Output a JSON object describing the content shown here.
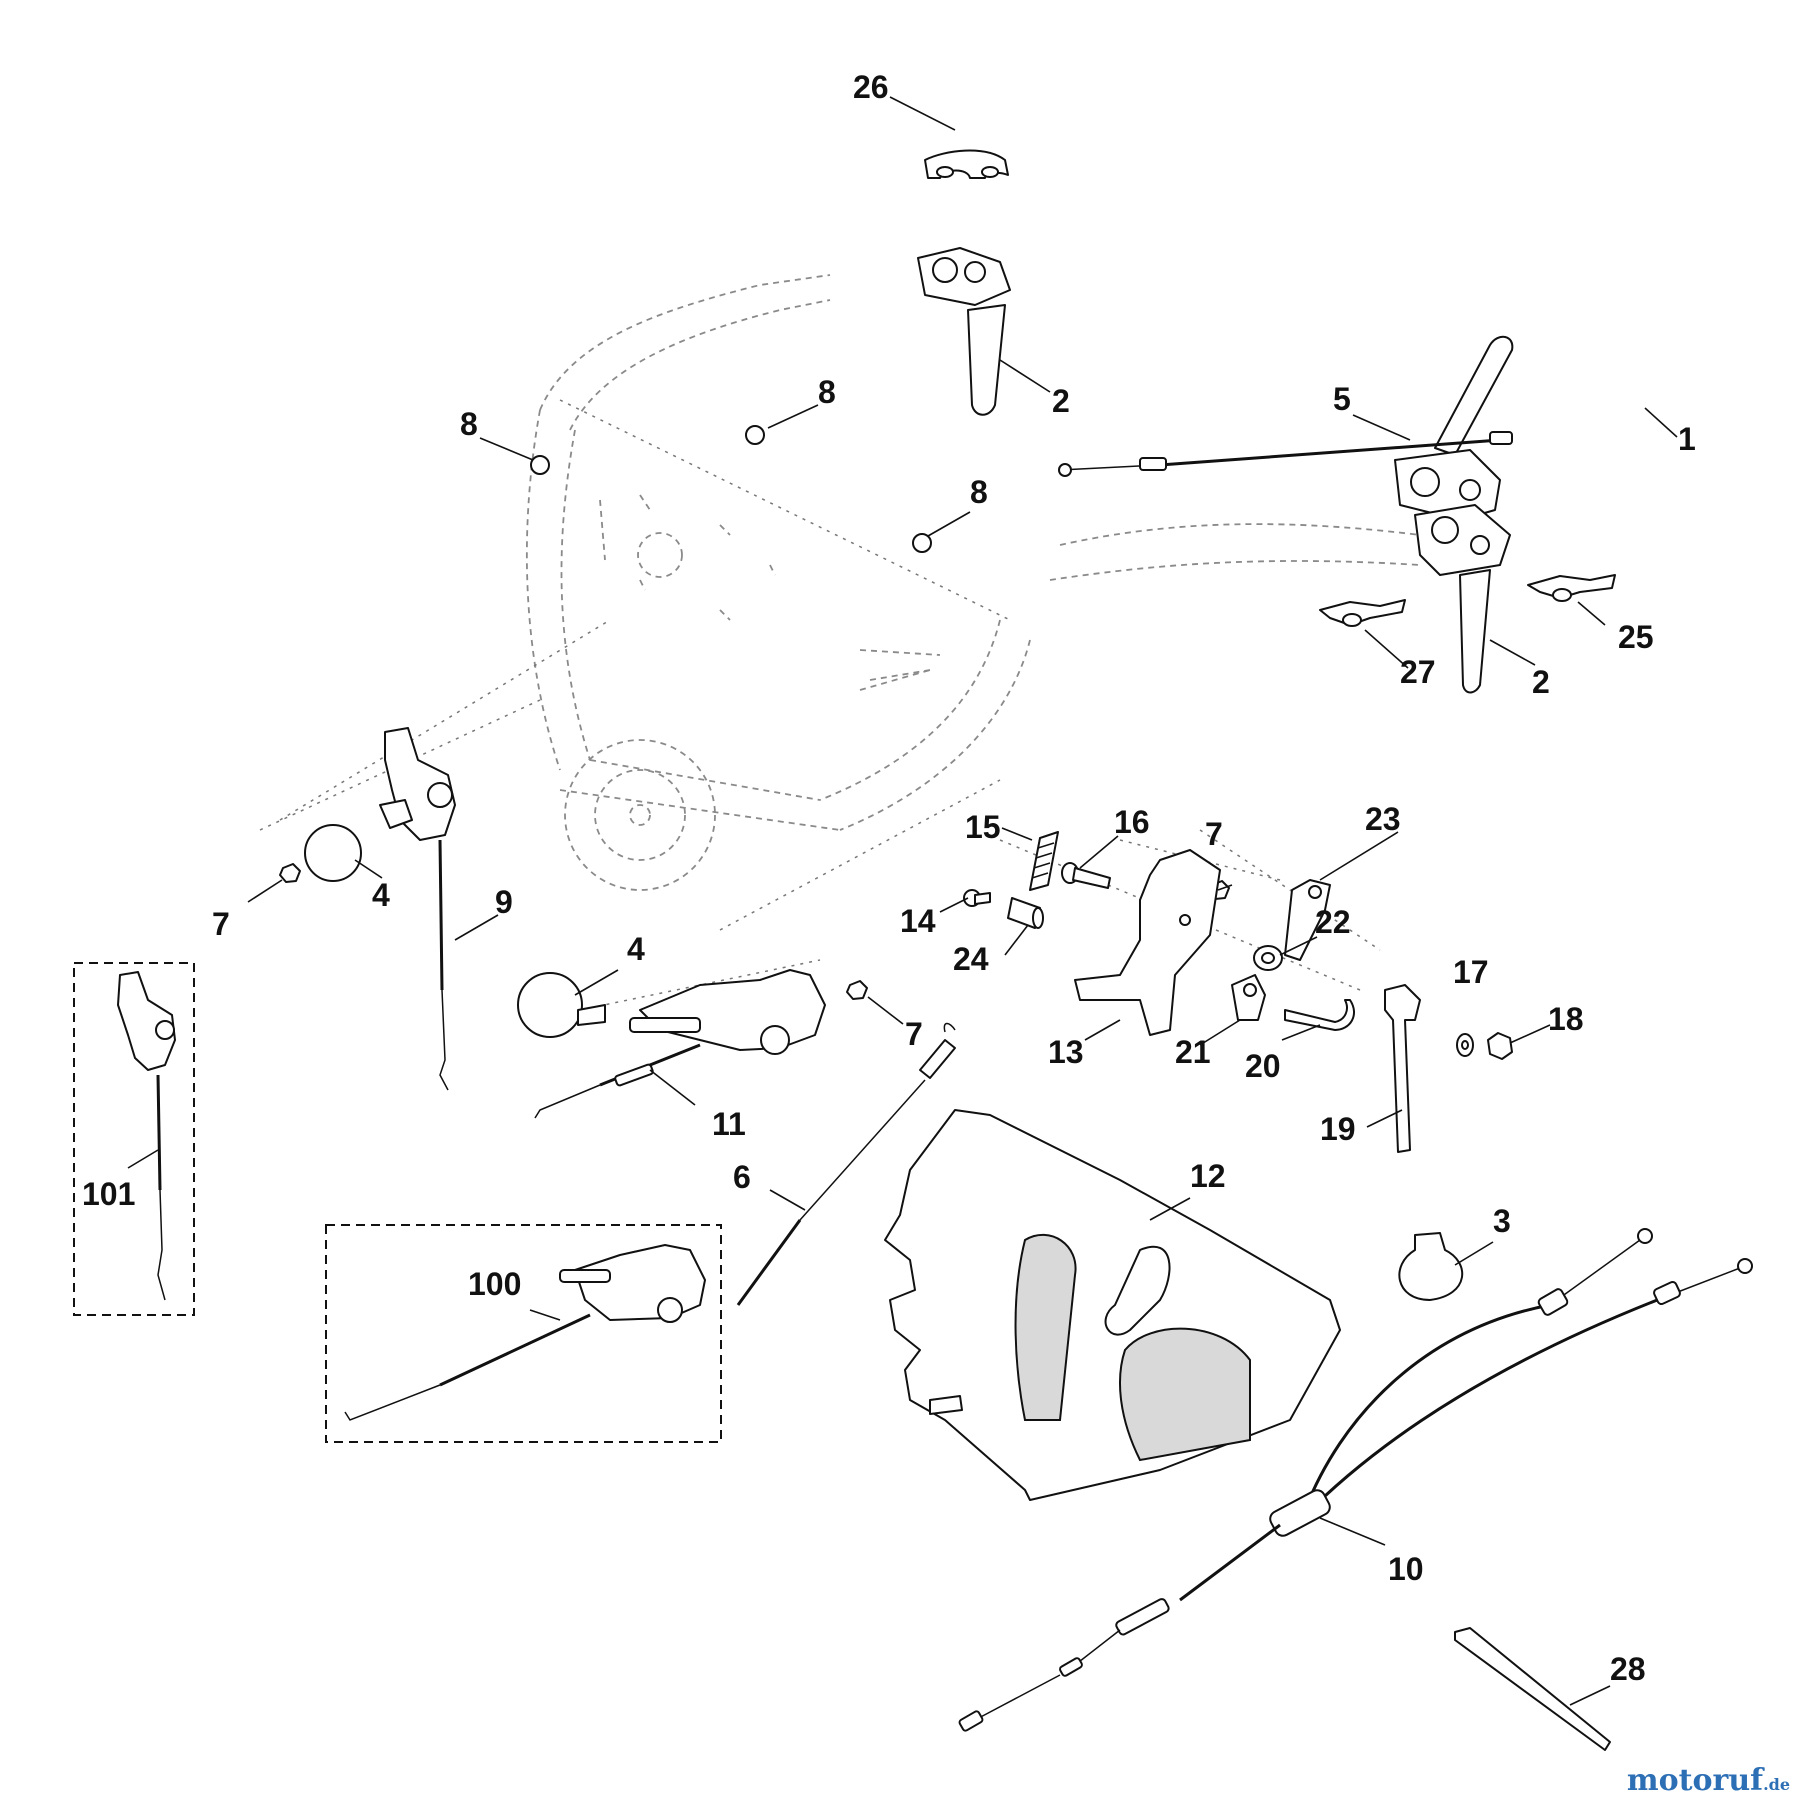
{
  "diagram": {
    "callouts": {
      "c1": "1",
      "c2a": "2",
      "c2b": "2",
      "c3": "3",
      "c4a": "4",
      "c4b": "4",
      "c5": "5",
      "c6": "6",
      "c7a": "7",
      "c7b": "7",
      "c7c": "7",
      "c8a": "8",
      "c8b": "8",
      "c8c": "8",
      "c9": "9",
      "c10": "10",
      "c11": "11",
      "c12": "12",
      "c13": "13",
      "c14": "14",
      "c15": "15",
      "c16": "16",
      "c17": "17",
      "c18": "18",
      "c19": "19",
      "c20": "20",
      "c21": "21",
      "c22": "22",
      "c23": "23",
      "c24": "24",
      "c25": "25",
      "c26": "26",
      "c27": "27",
      "c28": "28",
      "c100": "100",
      "c101": "101"
    }
  },
  "watermark": {
    "main": "motoruf",
    "tld": ".de"
  }
}
